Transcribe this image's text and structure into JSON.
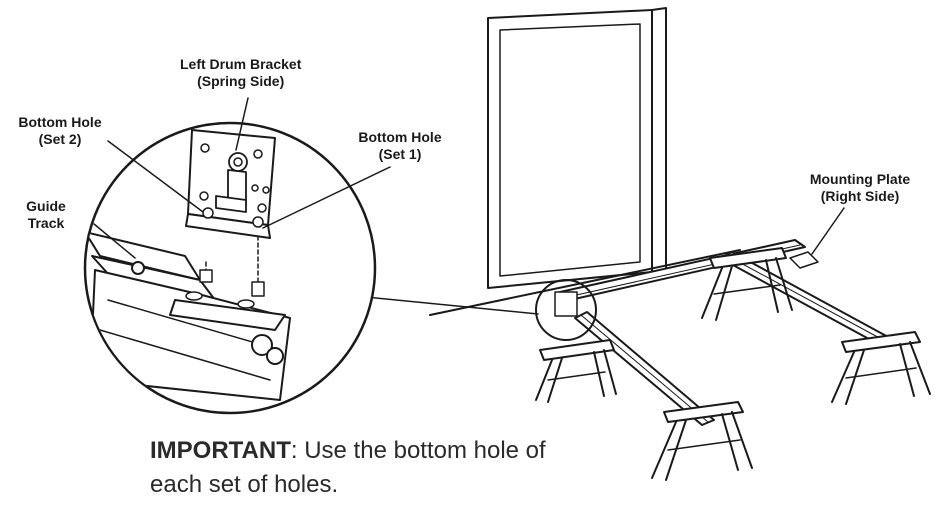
{
  "labels": {
    "left_drum_bracket": {
      "line1": "Left Drum Bracket",
      "line2": "(Spring Side)"
    },
    "bottom_hole_set2": {
      "line1": "Bottom Hole",
      "line2": "(Set 2)"
    },
    "bottom_hole_set1": {
      "line1": "Bottom Hole",
      "line2": "(Set 1)"
    },
    "guide_track": {
      "line1": "Guide",
      "line2": "Track"
    },
    "mounting_plate": {
      "line1": "Mounting Plate",
      "line2": "(Right Side)"
    }
  },
  "note": {
    "keyword": "IMPORTANT",
    "text": ": Use the bottom hole of each set of holes."
  },
  "colors": {
    "line": "#1a1a1a",
    "fill": "#ffffff",
    "shade": "#d9d9d9"
  }
}
